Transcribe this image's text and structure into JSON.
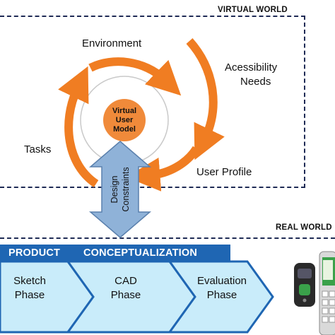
{
  "virtual_world": {
    "title": "VIRTUAL WORLD",
    "cycle": [
      "Environment",
      "Acessibility Needs",
      "User Profile",
      "Tasks"
    ],
    "core": "Virtual User Model",
    "core_lines": [
      "Virtual",
      "User",
      "Model"
    ],
    "labels": {
      "environment": "Environment",
      "accessibility_line1": "Acessibility",
      "accessibility_line2": "Needs",
      "user_profile": "User Profile",
      "tasks": "Tasks"
    }
  },
  "connector": {
    "label_line1": "Design",
    "label_line2": "Constraints"
  },
  "real_world": {
    "title": "REAL WORLD",
    "banner_left": "PRODUCT",
    "banner_right": "CONCEPTUALIZATION",
    "phases": [
      {
        "line1": "Sketch",
        "line2": "Phase"
      },
      {
        "line1": "CAD",
        "line2": "Phase"
      },
      {
        "line1": "Evaluation",
        "line2": "Phase"
      }
    ]
  },
  "colors": {
    "orange": "#f07d22",
    "core": "#f08a3a",
    "navy": "#1f2b55",
    "banner": "#1f66b3",
    "phase_fill": "#c9ecfa",
    "connector": "#8fb2d8"
  }
}
